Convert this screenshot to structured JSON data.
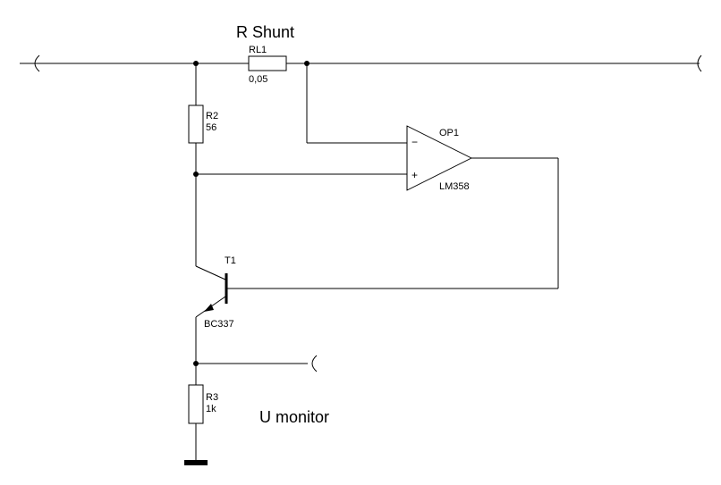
{
  "title": "R Shunt",
  "output_label": "U monitor",
  "components": {
    "rl1": {
      "ref": "RL1",
      "value": "0,05"
    },
    "r2": {
      "ref": "R2",
      "value": "56"
    },
    "r3": {
      "ref": "R3",
      "value": "1k"
    },
    "op1": {
      "ref": "OP1",
      "part": "LM358",
      "inverting": "−",
      "noninverting": "+"
    },
    "t1": {
      "ref": "T1",
      "part": "BC337"
    }
  }
}
